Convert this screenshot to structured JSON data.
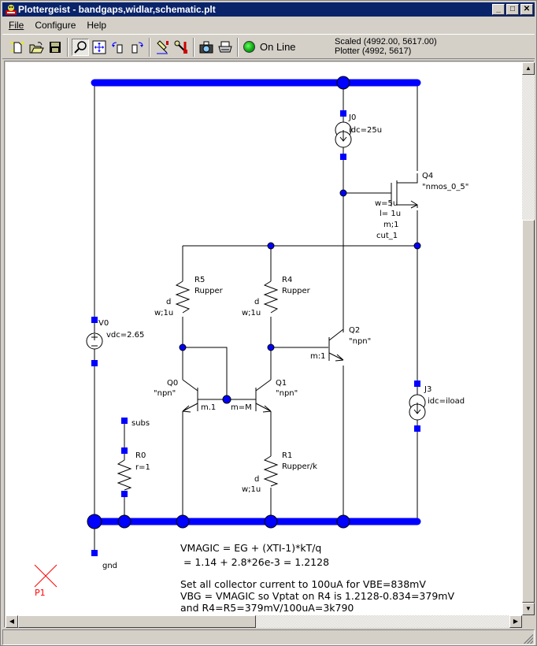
{
  "window": {
    "title": "Plottergeist - bandgaps,widlar,schematic.plt",
    "controls": [
      "minimize",
      "maximize",
      "close"
    ]
  },
  "menu": {
    "items": [
      {
        "label": "File",
        "accel": "F"
      },
      {
        "label": "Configure",
        "accel": "C"
      },
      {
        "label": "Help",
        "accel": "H"
      }
    ]
  },
  "toolbar": {
    "buttons": [
      {
        "name": "new-icon",
        "tooltip": "New"
      },
      {
        "name": "open-folder-icon",
        "tooltip": "Open"
      },
      {
        "name": "save-floppy-icon",
        "tooltip": "Save"
      },
      {
        "name": "zoom-magnifier-icon",
        "tooltip": "Zoom",
        "pressed": true
      },
      {
        "name": "fit-view-icon",
        "tooltip": "Fit"
      },
      {
        "name": "rotate-left-icon",
        "tooltip": "Rotate left"
      },
      {
        "name": "rotate-right-icon",
        "tooltip": "Rotate right"
      },
      {
        "name": "pen-plot-icon",
        "tooltip": "Plot"
      },
      {
        "name": "tools-icon",
        "tooltip": "Tools"
      },
      {
        "name": "camera-icon",
        "tooltip": "Snapshot"
      },
      {
        "name": "printer-icon",
        "tooltip": "Print"
      }
    ],
    "online_label": "On Line",
    "online_color": "#22aa22",
    "scaled_label": "Scaled (4992.00, 5617.00)",
    "plotter_label": "Plotter (4992, 5617)"
  },
  "schematic": {
    "wire_color": "#0000ff",
    "marker_color": "#ff0000",
    "components": {
      "J0": {
        "name": "J0",
        "value": "idc=25u"
      },
      "Q4": {
        "name": "Q4",
        "model": "\"nmos_0_5\"",
        "w": "w=5u",
        "l": "l= 1u",
        "m": "m;1",
        "extra": "cut_1"
      },
      "R5": {
        "name": "R5",
        "value": "Rupper",
        "d": "d",
        "w": "w;1u"
      },
      "R4": {
        "name": "R4",
        "value": "Rupper",
        "d": "d",
        "w": "w;1u"
      },
      "V0": {
        "name": "V0",
        "value": "vdc=2.65"
      },
      "Q2": {
        "name": "Q2",
        "model": "\"npn\"",
        "m": "m:1"
      },
      "Q0": {
        "name": "Q0",
        "model": "\"npn\"",
        "m": "m.1"
      },
      "Q1": {
        "name": "Q1",
        "model": "\"npn\"",
        "m": "m=M"
      },
      "J3": {
        "name": "J3",
        "value": "idc=iload"
      },
      "R0": {
        "name": "R0",
        "value": "r=1"
      },
      "R1": {
        "name": "R1",
        "value": "Rupper/k",
        "d": "d",
        "w": "w;1u"
      }
    },
    "pins": {
      "subs": "subs",
      "gnd": "gnd"
    },
    "marker": {
      "label": "P1"
    },
    "notes": [
      "VMAGIC = EG + (XTI-1)*kT/q",
      " = 1.14 + 2.8*26e-3 = 1.2128",
      "Set all collector current to 100uA for VBE=838mV",
      "VBG = VMAGIC so Vptat on R4 is 1.2128-0.834=379mV",
      "and R4=R5=379mV/100uA=3k790"
    ]
  },
  "scrollbars": {
    "vertical_thumb_fraction": 0.6,
    "horizontal_thumb_fraction": 0.46
  },
  "statusbar": {
    "text": ""
  }
}
